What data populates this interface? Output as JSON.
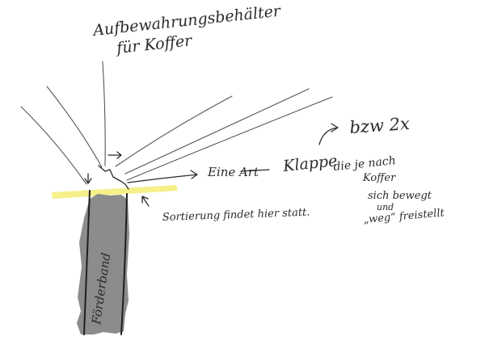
{
  "labels": {
    "title_line1": "Aufbewahrungsbehälter",
    "title_line2": "für Koffer",
    "flap_prefix": "Eine Art",
    "flap_word": "Klappe",
    "flap_suffix": "die je nach",
    "count_note": "bzw 2x",
    "note_line1": "Koffer",
    "note_line2": "sich bewegt",
    "note_line3": "und",
    "note_line4": "„weg“ freistellt",
    "sorting": "Sortierung findet hier statt.",
    "conveyor": "Förderband"
  },
  "colors": {
    "ink": "#2b2b2b",
    "conveyor_fill": "#8c8c8c",
    "highlight": "#f5f08a"
  }
}
